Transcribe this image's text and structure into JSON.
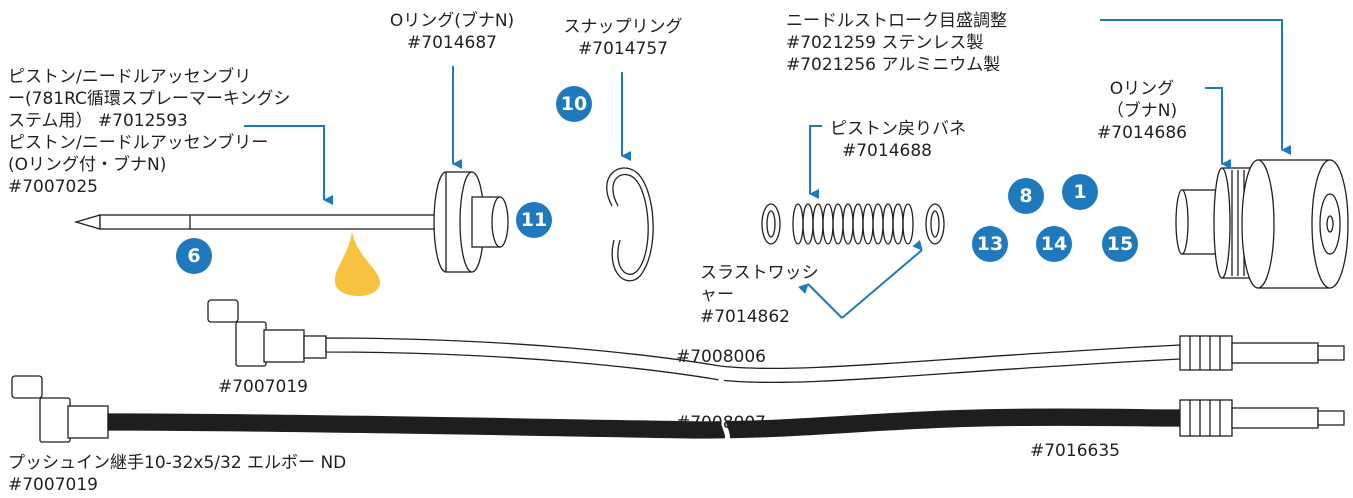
{
  "colors": {
    "accent": "#1f79bd",
    "badge": "#1f79bd",
    "lubricant": "#f7c240",
    "hose_dark": "#1e1e1e",
    "hose_light": "#ffffff",
    "part_stroke": "#231f20"
  },
  "labels": {
    "piston_assy": [
      "ピストン/ニードルアッセンブリ",
      "ー(781RC循環スプレーマーキングシ",
      "ステム用） #7012593",
      "ピストン/ニードルアッセンブリー",
      "(Oリング付・ブナN)",
      "#7007025"
    ],
    "oring_left": [
      "Oリング(ブナN)",
      "#7014687"
    ],
    "snap_ring": [
      "スナップリング",
      "#7014757"
    ],
    "needle_stroke": [
      "ニードルストローク目盛調整",
      "#7021259 ステンレス製",
      "#7021256 アルミニウム製"
    ],
    "oring_right": [
      "Oリング",
      "（ブナN)",
      "#7014686"
    ],
    "piston_spring": [
      "ピストン戻りバネ",
      "#7014688"
    ],
    "thrust_washer": [
      "スラストワッシ",
      "ャー",
      "#7014862"
    ],
    "elbow_top": "#7007019",
    "hose_top": "#7008006",
    "hose_bottom": "#7008007",
    "fitting_right": "#7016635",
    "push_in": [
      "プッシュイン継手10-32x5/32 エルボー ND",
      "#7007019"
    ]
  },
  "badges": [
    "10",
    "11",
    "6",
    "8",
    "1",
    "13",
    "14",
    "15"
  ]
}
